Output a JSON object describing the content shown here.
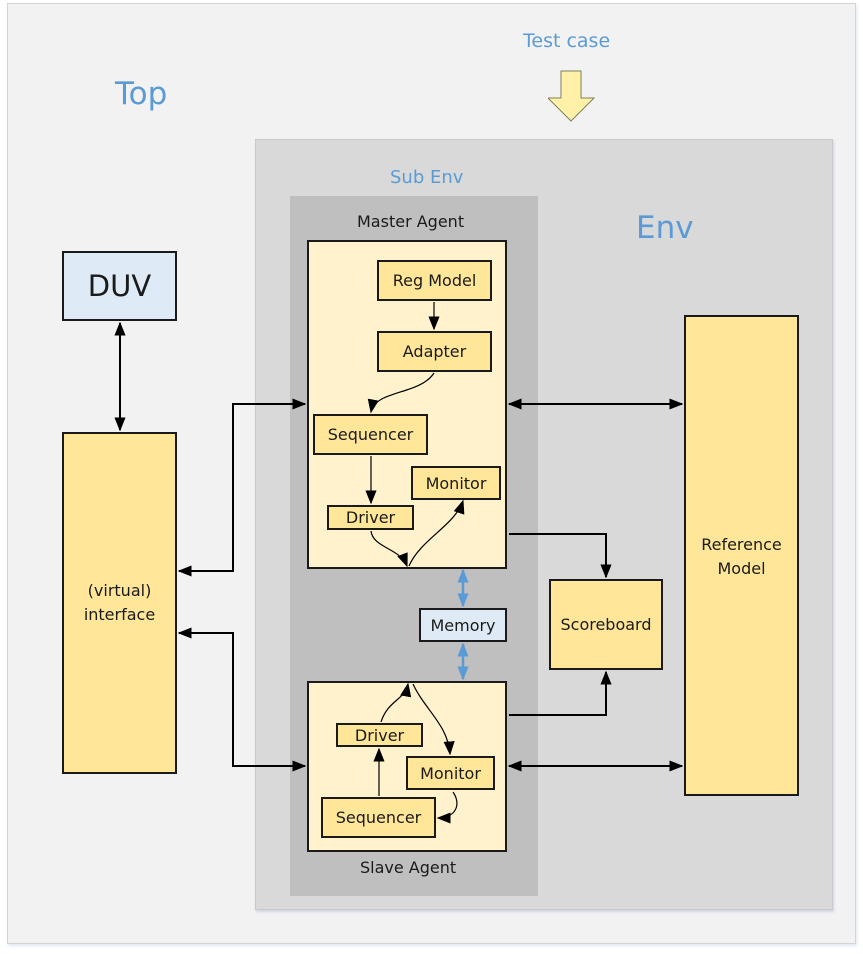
{
  "diagram": {
    "containers": {
      "top": {
        "label": "Top"
      },
      "env": {
        "label": "Env"
      },
      "sub_env": {
        "label": "Sub Env"
      },
      "master_agent": {
        "label": "Master Agent"
      },
      "slave_agent": {
        "label": "Slave Agent"
      }
    },
    "test_case": {
      "label": "Test case",
      "icon": "down-arrow-icon"
    },
    "blocks": {
      "duv": "DUV",
      "interface": "(virtual)\ninterface",
      "master_reg_model": "Reg Model",
      "master_adapter": "Adapter",
      "master_sequencer": "Sequencer",
      "master_driver": "Driver",
      "master_monitor": "Monitor",
      "memory": "Memory",
      "slave_driver": "Driver",
      "slave_monitor": "Monitor",
      "slave_sequencer": "Sequencer",
      "scoreboard": "Scoreboard",
      "reference_model": "Reference\nModel"
    },
    "colors": {
      "title_blue": "#5b9bd5",
      "component_fill": "#ffe699",
      "agent_fill": "#fff2cc",
      "duv_fill": "#deebf7",
      "memory_link": "#5b9bd5",
      "test_case_arrow": "#fff2a8"
    }
  }
}
